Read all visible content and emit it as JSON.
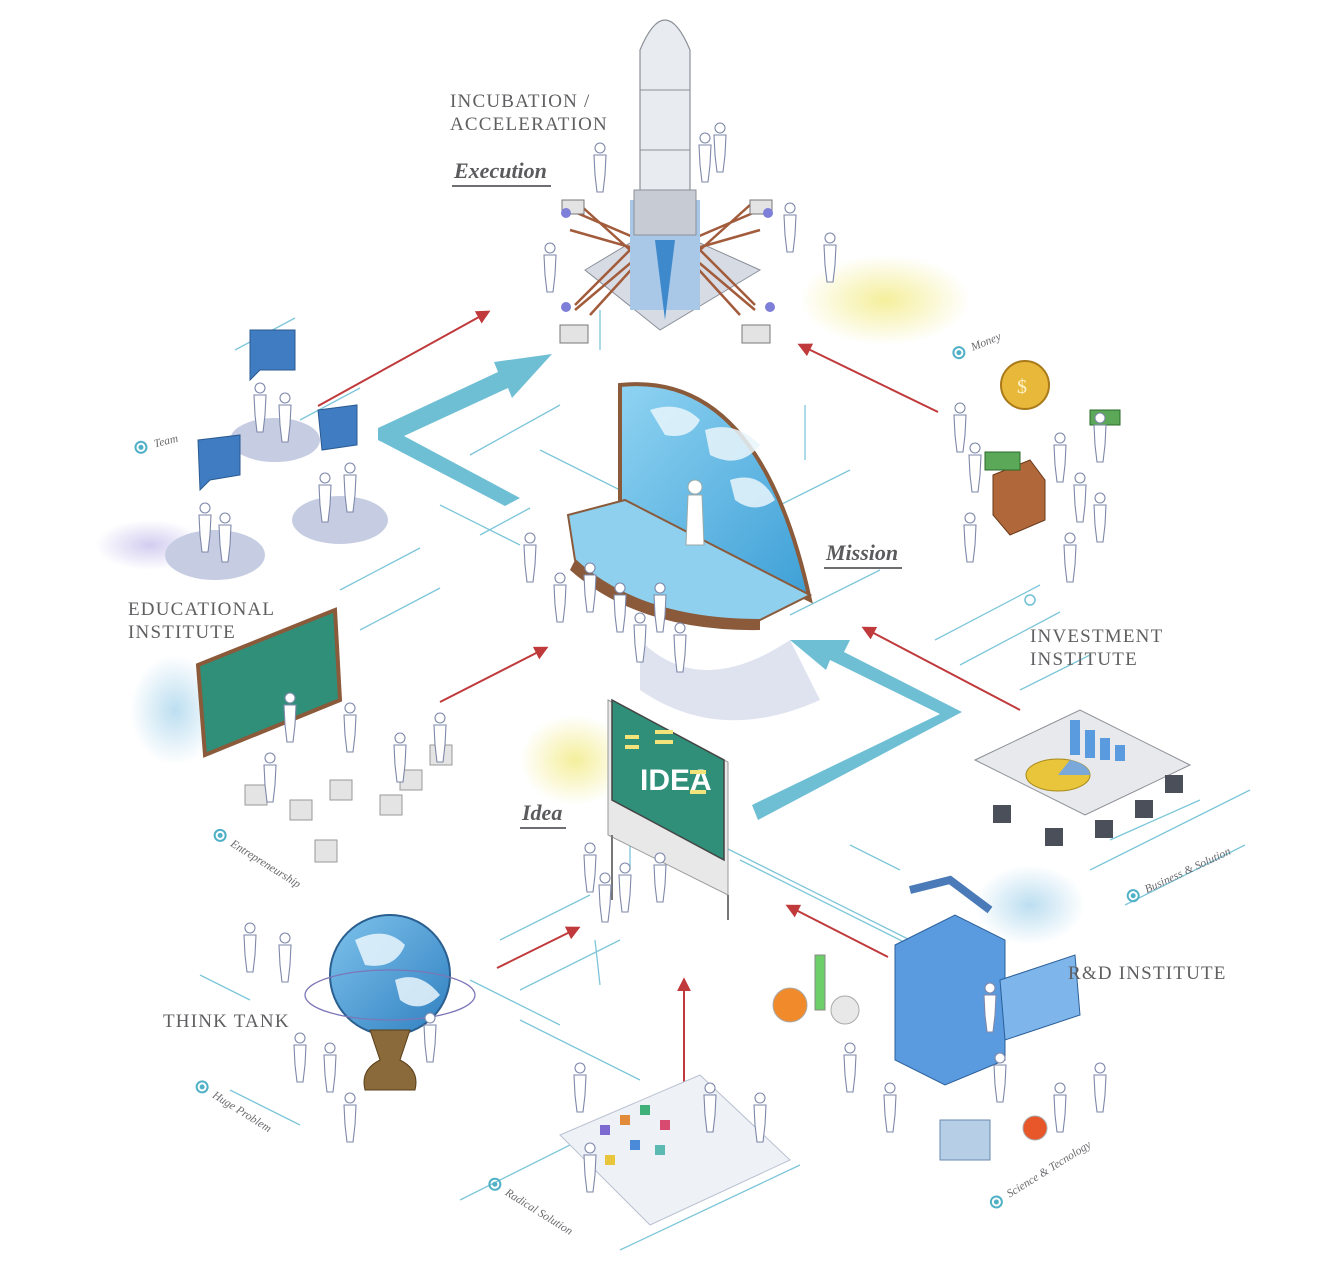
{
  "top_label": {
    "line1": "INCUBATION /",
    "line2": "ACCELERATION"
  },
  "stages": {
    "execution": "Execution",
    "mission": "Mission",
    "idea": "Idea"
  },
  "institutes": {
    "educational": {
      "line1": "EDUCATIONAL",
      "line2": "INSTITUTE"
    },
    "investment": {
      "line1": "INVESTMENT",
      "line2": "INSTITUTE"
    },
    "think_tank": "THINK TANK",
    "rd": "R&D INSTITUTE"
  },
  "tags": {
    "team": "Team",
    "money": "Money",
    "entrepreneurship": "Entrepreneurship",
    "business": "Business & Solution",
    "huge_problem": "Huge Problem",
    "radical_solution": "Radical Solution",
    "science": "Science & Tecnology"
  },
  "board_text": "IDEA",
  "colors": {
    "accent_blue": "#5fb8cf",
    "arrow_red": "#c0393b",
    "chalkboard": "#2f8f79",
    "sketch_blue": "#4a90c8",
    "label_gray": "#5f5f62"
  }
}
